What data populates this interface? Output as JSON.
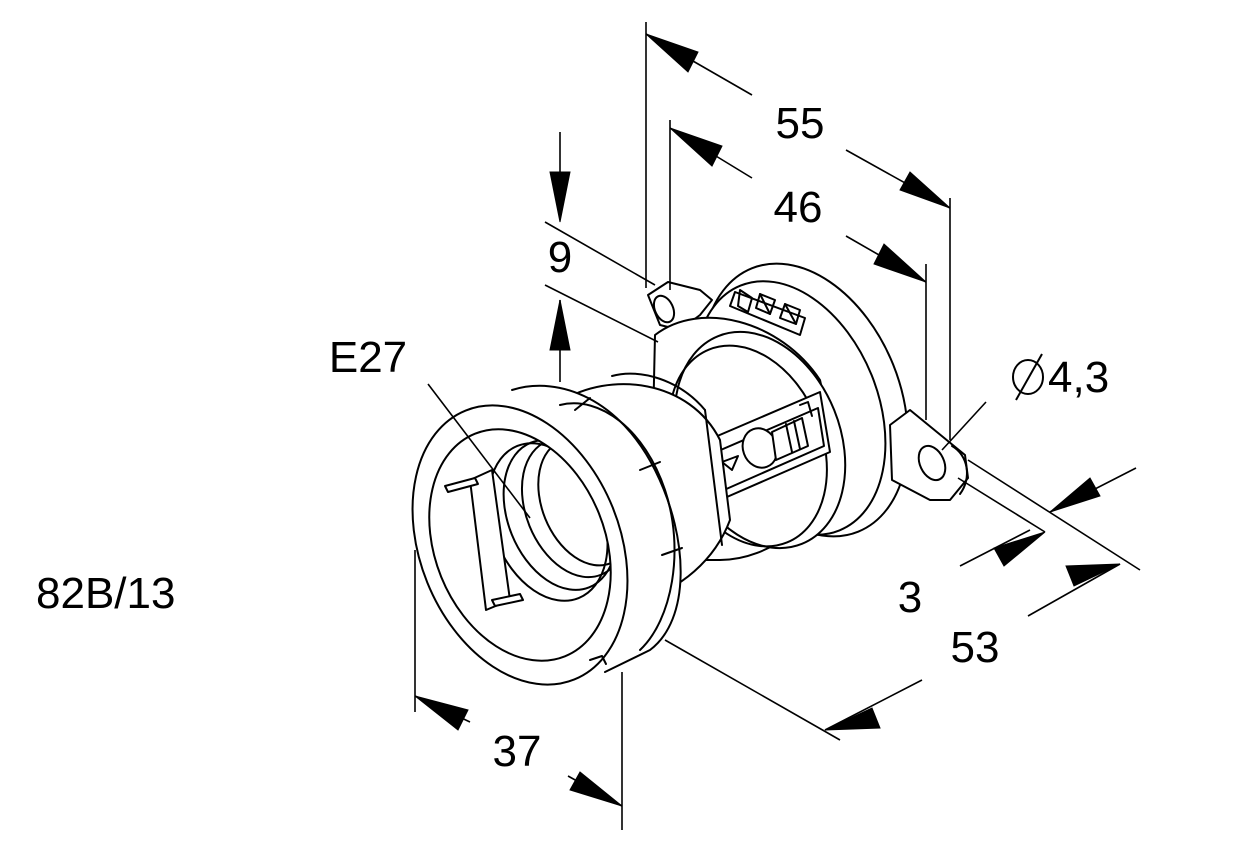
{
  "drawing": {
    "part_number": "82B/13",
    "thread_label": "E27",
    "hole_diameter_symbol": "⌀",
    "dimensions": {
      "overall_width": "55",
      "mounting_hole_spacing": "46",
      "flange_offset": "9",
      "hole_diameter": "4,3",
      "flange_thickness": "3",
      "overall_depth": "53",
      "ring_diameter": "37"
    }
  },
  "colors": {
    "line": "#000000",
    "background": "#ffffff"
  }
}
